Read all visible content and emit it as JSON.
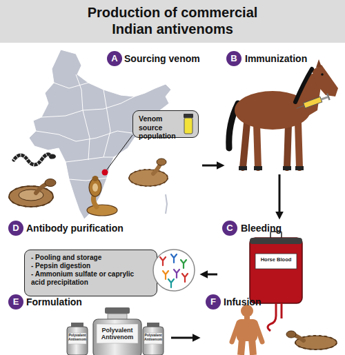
{
  "diagram": {
    "title": "Production of commercial Indian antivenoms",
    "nodes": [
      {
        "text": [
          "A",
          "Sourcing venom"
        ]
      },
      {
        "text": [
          "Venom source population"
        ],
        "in": 0
      },
      {
        "text": [
          "B",
          "Immunization"
        ]
      },
      {
        "text": [
          "C",
          "Bleeding"
        ]
      },
      {
        "text": [
          "D",
          "Antibody purification"
        ]
      },
      {
        "text": [
          "- Pooling and storage",
          "- Pepsin digestion",
          "- Ammonium sulfate or caprylic acid precipitation"
        ],
        "in": 4
      },
      {
        "text": [
          "E",
          "Formulation"
        ]
      },
      {
        "text": [
          "F",
          "Infusion"
        ]
      }
    ],
    "edges": [
      {
        "from": 0,
        "to": 2,
        "arrow": "to"
      },
      {
        "from": 2,
        "to": 3,
        "arrow": "to"
      },
      {
        "from": 3,
        "to": 4,
        "arrow": "to"
      },
      {
        "from": 6,
        "to": 7,
        "arrow": "to"
      }
    ],
    "labels": [
      "Horse Blood",
      "Polyvalent Antivenom",
      "Polyvalent Antivenom",
      "Polyvalent Antivenom"
    ]
  }
}
